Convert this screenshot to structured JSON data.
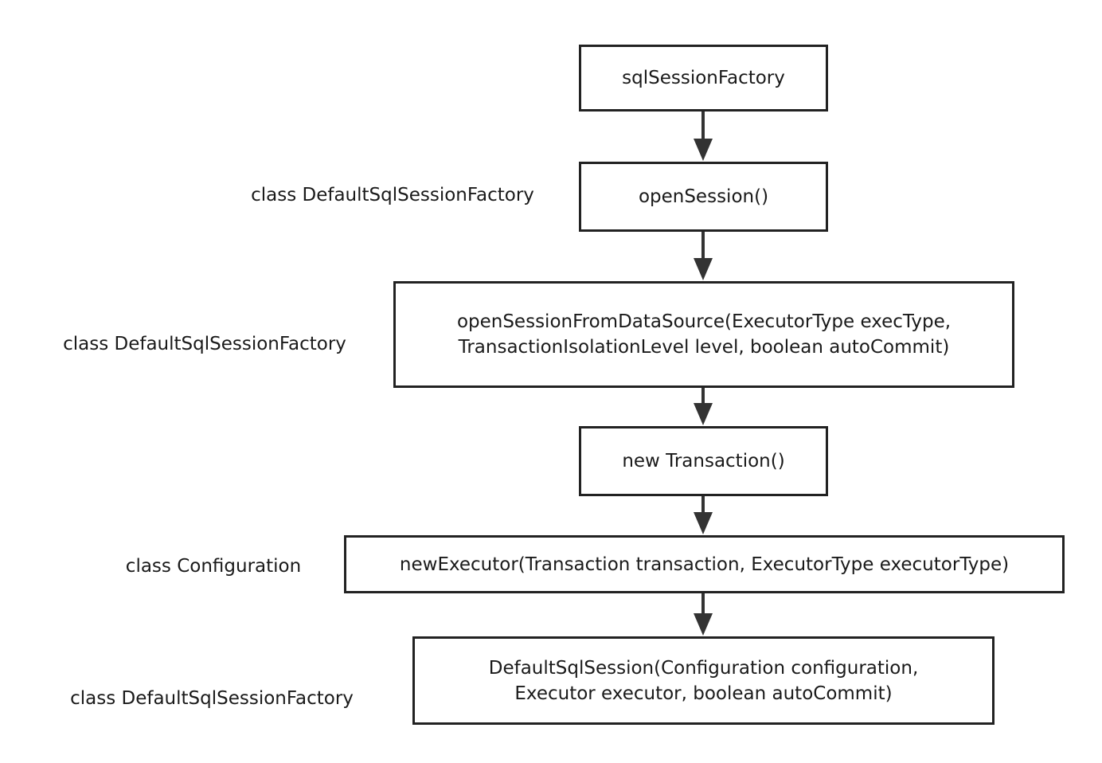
{
  "nodes": {
    "sql_session_factory": {
      "label": "sqlSessionFactory"
    },
    "open_session": {
      "label": "openSession()"
    },
    "open_session_from_datasource": {
      "line1": "openSessionFromDataSource(ExecutorType execType,",
      "line2": "TransactionIsolationLevel level, boolean autoCommit)"
    },
    "new_transaction": {
      "label": "new Transaction()"
    },
    "new_executor": {
      "label": "newExecutor(Transaction transaction, ExecutorType executorType)"
    },
    "default_sql_session": {
      "line1": "DefaultSqlSession(Configuration configuration,",
      "line2": "Executor executor, boolean autoCommit)"
    }
  },
  "labels": {
    "open_session_class": "class DefaultSqlSessionFactory",
    "open_session_from_datasource_class": "class DefaultSqlSessionFactory",
    "new_executor_class": "class Configuration",
    "default_sql_session_class": "class DefaultSqlSessionFactory"
  },
  "colors": {
    "stroke": "#222222",
    "arrow": "#333333",
    "background": "#ffffff"
  }
}
